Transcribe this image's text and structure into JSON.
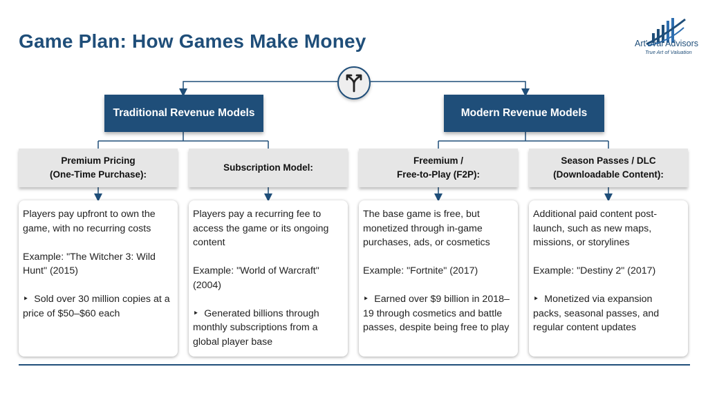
{
  "title": "Game Plan: How Games Make Money",
  "logo": {
    "name": "Art'oval Advisors",
    "tagline": "True Art of Valuation"
  },
  "colors": {
    "primary": "#1f4e79",
    "header_gray": "#e6e6e6"
  },
  "categories": [
    {
      "label": "Traditional Revenue Models"
    },
    {
      "label": "Modern Revenue Models"
    }
  ],
  "models": [
    {
      "header": [
        "Premium Pricing",
        "(One-Time Purchase):"
      ],
      "description": "Players pay upfront to own the game, with no recurring costs",
      "example": "Example: \"The Witcher 3: Wild Hunt\" (2015)",
      "detail": "Sold over 30 million copies at a price of $50–$60 each"
    },
    {
      "header": [
        "Subscription Model:"
      ],
      "description": "Players pay a recurring fee to access the game or its ongoing content",
      "example": "Example: \"World of Warcraft\" (2004)",
      "detail": "Generated billions through monthly subscriptions from a global player base"
    },
    {
      "header": [
        "Freemium /",
        "Free-to-Play (F2P):"
      ],
      "description": "The base game is free, but monetized through in-game purchases, ads, or cosmetics",
      "example": "Example: \"Fortnite\" (2017)",
      "detail": "Earned over $9 billion in 2018–19 through cosmetics and battle passes, despite being free to play"
    },
    {
      "header": [
        "Season Passes / DLC",
        "(Downloadable Content):"
      ],
      "description": "Additional paid content post-launch, such as new maps, missions, or storylines",
      "example": "Example: \"Destiny 2\" (2017)",
      "detail": "Monetized via expansion packs, seasonal passes, and regular content updates"
    }
  ],
  "bullet_glyph": "‣",
  "icons": {
    "center": "fork-arrows-icon",
    "logo": "bar-chart-swoosh-icon"
  }
}
